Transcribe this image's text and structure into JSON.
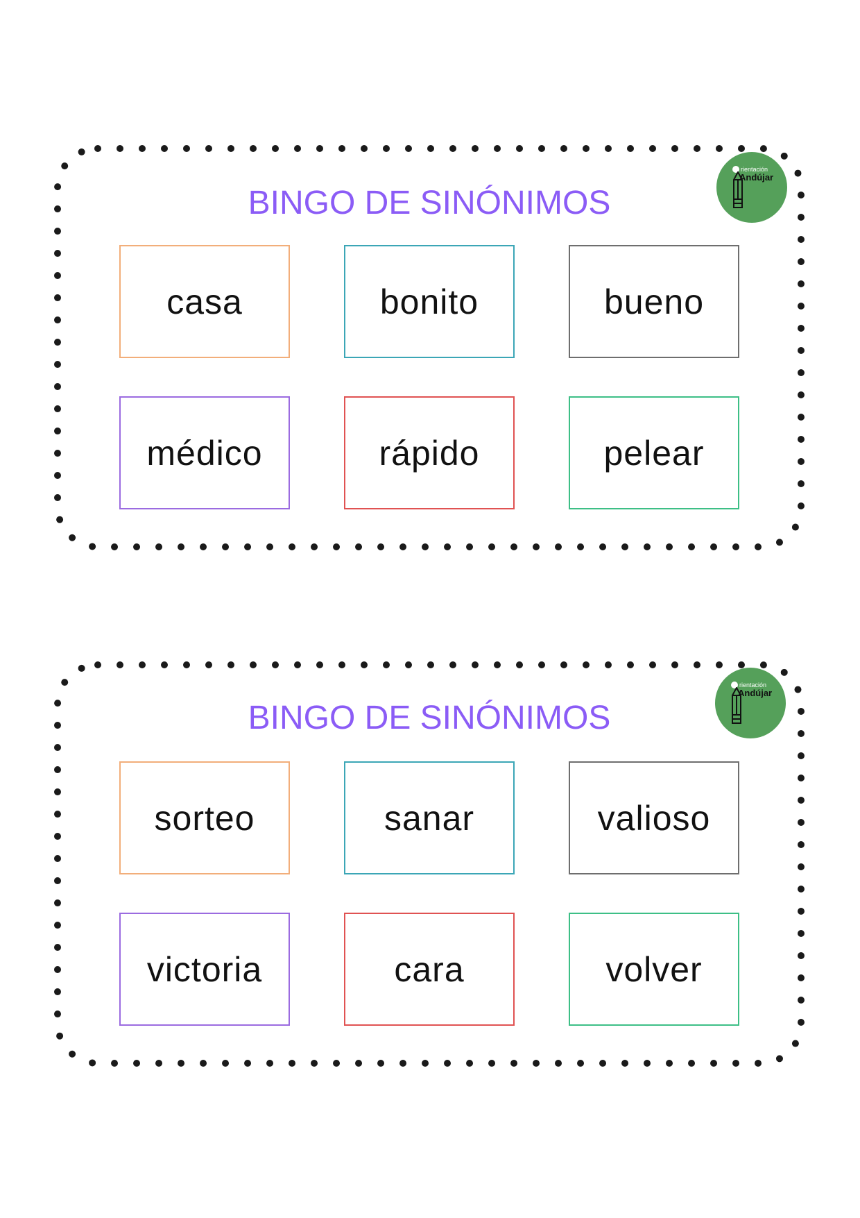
{
  "colors": {
    "title": "#8B5CF6",
    "dots": "#1A1A1A",
    "logo_bg": "#55A05A"
  },
  "logo": {
    "line1": "rientación",
    "line2": "Andújar",
    "icon": "pencil-icon"
  },
  "cards": [
    {
      "title": "BINGO DE SINÓNIMOS",
      "words": [
        {
          "text": "casa",
          "border": "#F2AE7A"
        },
        {
          "text": "bonito",
          "border": "#3BA6B6"
        },
        {
          "text": "bueno",
          "border": "#6E6E6E"
        },
        {
          "text": "médico",
          "border": "#9B6BE0"
        },
        {
          "text": "rápido",
          "border": "#E05252"
        },
        {
          "text": "pelear",
          "border": "#3DBF86"
        }
      ]
    },
    {
      "title": "BINGO DE SINÓNIMOS",
      "words": [
        {
          "text": "sorteo",
          "border": "#F2AE7A"
        },
        {
          "text": "sanar",
          "border": "#3BA6B6"
        },
        {
          "text": "valioso",
          "border": "#6E6E6E"
        },
        {
          "text": "victoria",
          "border": "#9B6BE0"
        },
        {
          "text": "cara",
          "border": "#E05252"
        },
        {
          "text": "volver",
          "border": "#3DBF86"
        }
      ]
    }
  ]
}
